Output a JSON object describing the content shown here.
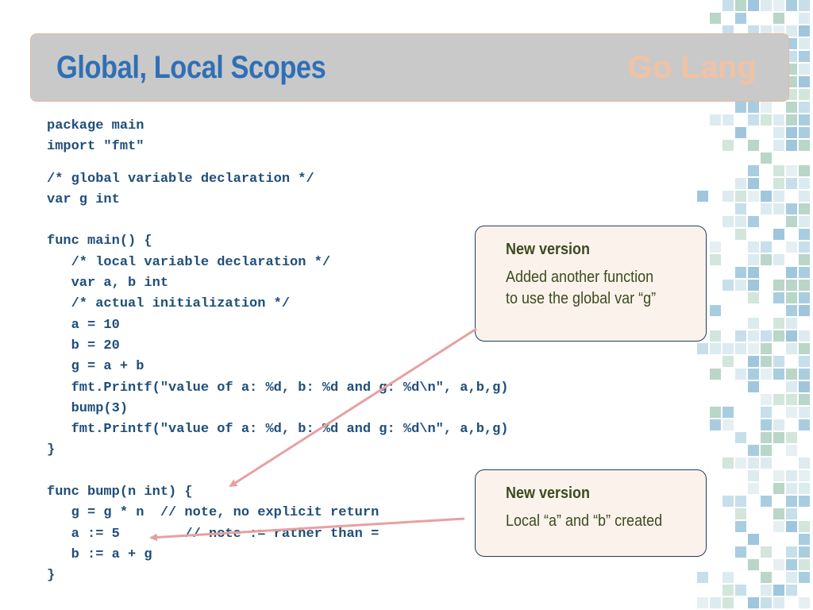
{
  "slide": {
    "title": "Global, Local Scopes",
    "brand": "Go Lang"
  },
  "code_lines": [
    "package main",
    "import \"fmt\"",
    "",
    "/* global variable declaration */",
    "var g int",
    "",
    "func main() {",
    "   /* local variable declaration */",
    "   var a, b int",
    "   /* actual initialization */",
    "   a = 10",
    "   b = 20",
    "   g = a + b",
    "   fmt.Printf(\"value of a: %d, b: %d and g: %d\\n\", a,b,g)",
    "   bump(3)",
    "   fmt.Printf(\"value of a: %d, b: %d and g: %d\\n\", a,b,g)",
    "}",
    "",
    "func bump(n int) {",
    "   g = g * n  // note, no explicit return",
    "   a := 5        // note := rather than =",
    "   b := a + g",
    "}"
  ],
  "callouts": [
    {
      "heading": "New version",
      "body_lines": [
        "Added another function",
        "to use the global var “g”"
      ]
    },
    {
      "heading": "New version",
      "body_lines": [
        "Local “a” and “b” created"
      ]
    }
  ],
  "colors": {
    "title": "#2f6fb6",
    "brand": "#f2c2a4",
    "code": "#1f4e79",
    "arrow": "#e8a0a0",
    "callout_bg": "#fbf2ec"
  }
}
